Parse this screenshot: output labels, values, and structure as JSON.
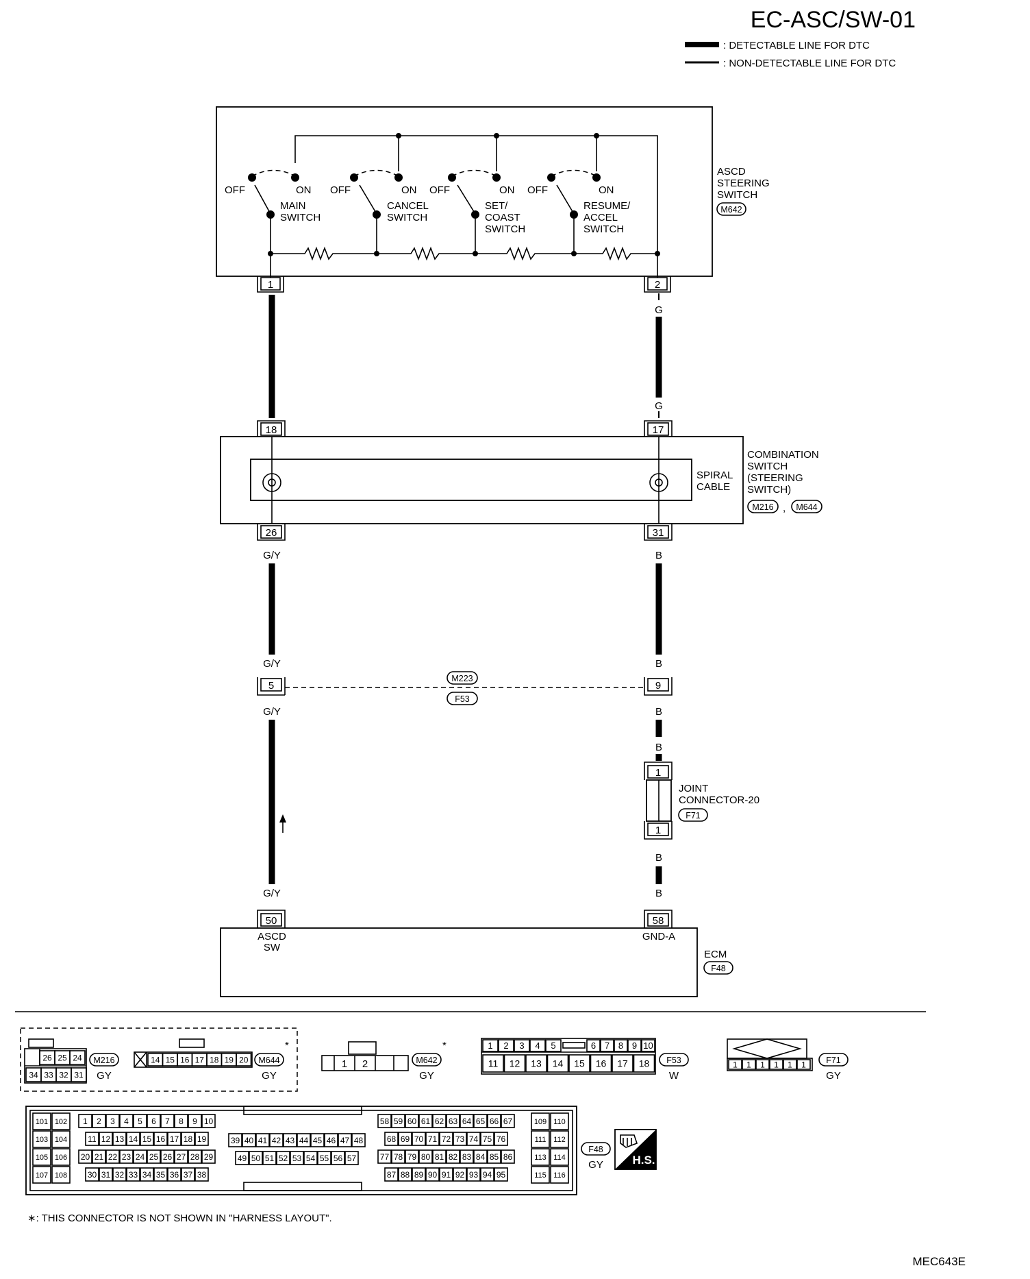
{
  "diagram_id": "EC-ASC/SW-01",
  "legend": {
    "detectable": ": DETECTABLE LINE FOR DTC",
    "non_detectable": ": NON-DETECTABLE LINE FOR DTC"
  },
  "ascd_switch": {
    "label_lines": [
      "ASCD",
      "STEERING",
      "SWITCH"
    ],
    "connector": "M642",
    "off": "OFF",
    "on": "ON",
    "switches": [
      {
        "lines": [
          "MAIN",
          "SWITCH"
        ]
      },
      {
        "lines": [
          "CANCEL",
          "SWITCH"
        ]
      },
      {
        "lines": [
          "SET/",
          "COAST",
          "SWITCH"
        ]
      },
      {
        "lines": [
          "RESUME/",
          "ACCEL",
          "SWITCH"
        ]
      }
    ],
    "pin_left": "1",
    "pin_right": "2"
  },
  "wire_colors": {
    "g": "G",
    "gy": "G/Y",
    "b": "B"
  },
  "combination_switch": {
    "label_lines": [
      "COMBINATION",
      "SWITCH",
      "(STEERING",
      "SWITCH)"
    ],
    "spiral_lines": [
      "SPIRAL",
      "CABLE"
    ],
    "connector_a": "M216",
    "comma": ",",
    "connector_b": "M644",
    "pin_top_left": "18",
    "pin_top_right": "17",
    "pin_bottom_left": "26",
    "pin_bottom_right": "31"
  },
  "harness_connector": {
    "top": "M223",
    "bottom": "F53",
    "pin_left": "5",
    "pin_right": "9"
  },
  "joint_connector": {
    "label_lines": [
      "JOINT",
      "CONNECTOR-20"
    ],
    "connector": "F71",
    "pin_top": "1",
    "pin_bottom": "1"
  },
  "ecm": {
    "label": "ECM",
    "connector": "F48",
    "pin_left": "50",
    "pin_right": "58",
    "left_signal": [
      "ASCD",
      "SW"
    ],
    "right_signal": "GND-A"
  },
  "connector_views": {
    "m216": {
      "code": "M216",
      "color": "GY",
      "row1": [
        "26",
        "25",
        "24"
      ],
      "row2": [
        "34",
        "33",
        "32",
        "31"
      ]
    },
    "m644": {
      "code": "M644",
      "color": "GY",
      "pins": [
        "14",
        "15",
        "16",
        "17",
        "18",
        "19",
        "20"
      ]
    },
    "m642": {
      "code": "M642",
      "color": "GY",
      "pins": [
        "1",
        "2"
      ]
    },
    "f53": {
      "code": "F53",
      "color": "W",
      "row1": [
        "1",
        "2",
        "3",
        "4",
        "5",
        "6",
        "7",
        "8",
        "9",
        "10"
      ],
      "row2": [
        "11",
        "12",
        "13",
        "14",
        "15",
        "16",
        "17",
        "18"
      ]
    },
    "f71": {
      "code": "F71",
      "color": "GY",
      "pins": [
        "1",
        "1",
        "1",
        "1",
        "1",
        "1"
      ]
    },
    "f48": {
      "code": "F48",
      "color": "GY",
      "left_pairs": [
        [
          "101",
          "102"
        ],
        [
          "103",
          "104"
        ],
        [
          "105",
          "106"
        ],
        [
          "107",
          "108"
        ]
      ],
      "right_pairs": [
        [
          "109",
          "110"
        ],
        [
          "111",
          "112"
        ],
        [
          "113",
          "114"
        ],
        [
          "115",
          "116"
        ]
      ],
      "block_a": [
        [
          "1",
          "2",
          "3",
          "4",
          "5",
          "6",
          "7",
          "8",
          "9",
          "10"
        ],
        [
          "11",
          "12",
          "13",
          "14",
          "15",
          "16",
          "17",
          "18",
          "19"
        ],
        [
          "20",
          "21",
          "22",
          "23",
          "24",
          "25",
          "26",
          "27",
          "28",
          "29"
        ],
        [
          "30",
          "31",
          "32",
          "33",
          "34",
          "35",
          "36",
          "37",
          "38"
        ]
      ],
      "block_b": [
        [
          "39",
          "40",
          "41",
          "42",
          "43",
          "44",
          "45",
          "46",
          "47",
          "48"
        ],
        [
          "49",
          "50",
          "51",
          "52",
          "53",
          "54",
          "55",
          "56",
          "57"
        ]
      ],
      "block_c": [
        [
          "58",
          "59",
          "60",
          "61",
          "62",
          "63",
          "64",
          "65",
          "66",
          "67"
        ],
        [
          "68",
          "69",
          "70",
          "71",
          "72",
          "73",
          "74",
          "75",
          "76"
        ],
        [
          "77",
          "78",
          "79",
          "80",
          "81",
          "82",
          "83",
          "84",
          "85",
          "86"
        ],
        [
          "87",
          "88",
          "89",
          "90",
          "91",
          "92",
          "93",
          "94",
          "95"
        ]
      ]
    },
    "hs_label": "H.S.",
    "asterisk": "*"
  },
  "footnote": "∗: THIS CONNECTOR IS NOT SHOWN IN \"HARNESS LAYOUT\".",
  "figure_code": "MEC643E"
}
